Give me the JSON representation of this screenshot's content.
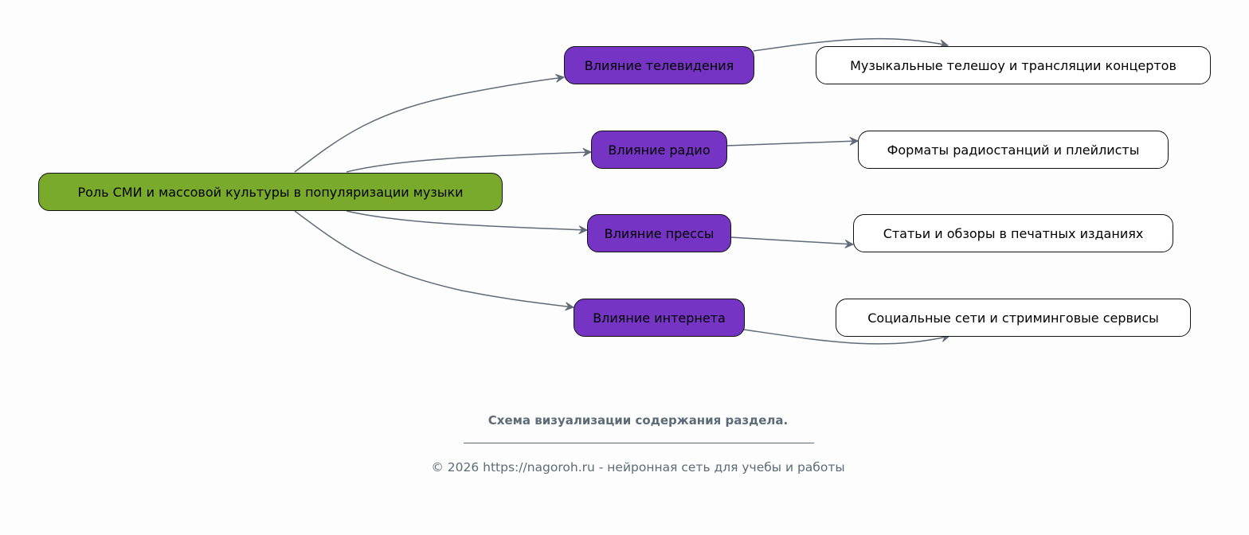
{
  "colors": {
    "root": "#79aa2b",
    "branch": "#7634c4",
    "leaf": "#ffffff",
    "edge": "#5f6b78"
  },
  "root": "Роль СМИ и массовой культуры в популяризации музыки",
  "branches": [
    {
      "label": "Влияние телевидения",
      "leaf": "Музыкальные телешоу и трансляции концертов"
    },
    {
      "label": "Влияние радио",
      "leaf": "Форматы радиостанций и плейлисты"
    },
    {
      "label": "Влияние прессы",
      "leaf": "Статьи и обзоры в печатных изданиях"
    },
    {
      "label": "Влияние интернета",
      "leaf": "Социальные сети и стриминговые сервисы"
    }
  ],
  "footer": {
    "caption": "Схема визуализации содержания раздела.",
    "copyright": "© 2026 https://nagoroh.ru - нейронная сеть для учебы и работы"
  }
}
